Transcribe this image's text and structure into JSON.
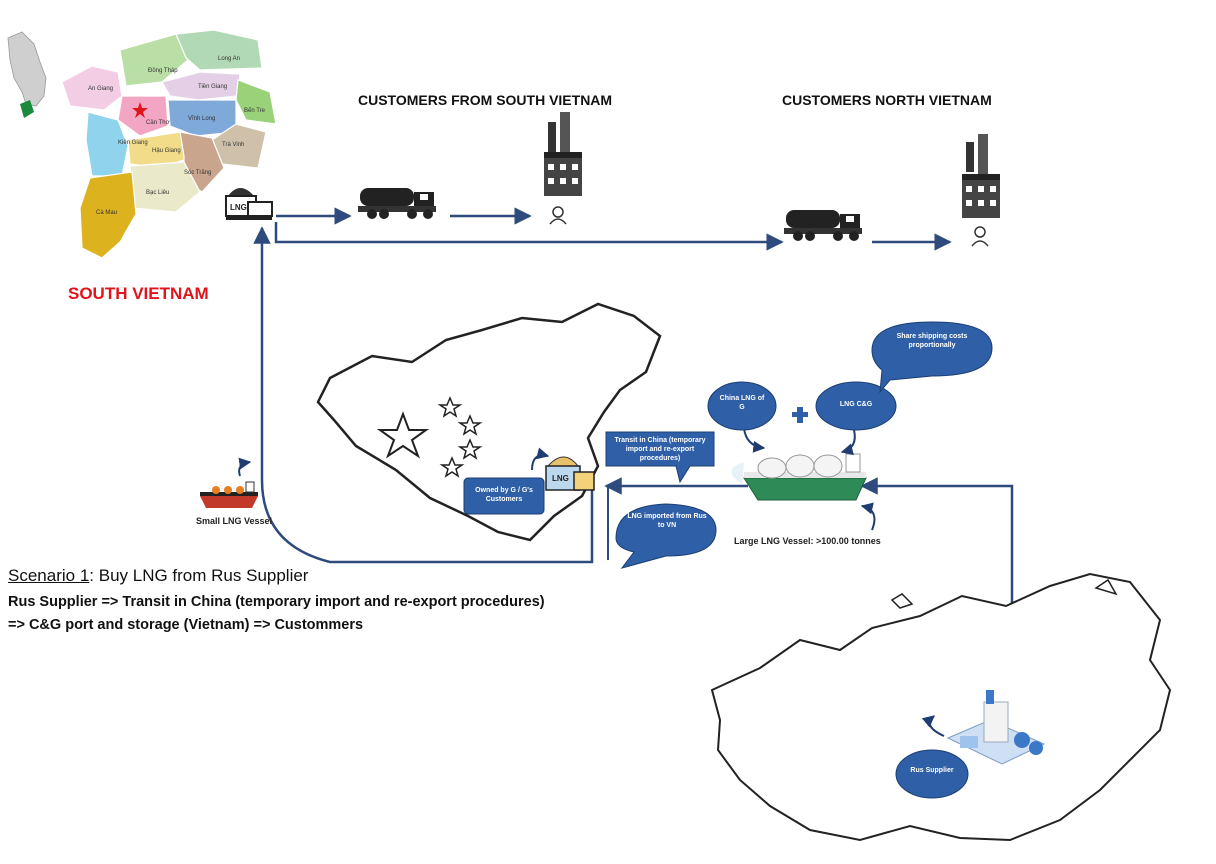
{
  "headers": {
    "south_customers": "CUSTOMERS FROM SOUTH VIETNAM",
    "north_customers": "CUSTOMERS NORTH VIETNAM"
  },
  "map_vn": {
    "title": "SOUTH VIETNAM",
    "provinces": [
      "Long An",
      "Đồng Tháp",
      "An Giang",
      "Tiền Giang",
      "Bến Tre",
      "Cần Thơ",
      "Vĩnh Long",
      "Kiên Giang",
      "Hậu Giang",
      "Trà Vinh",
      "Sóc Trăng",
      "Bạc Liêu",
      "Cà Mau"
    ]
  },
  "terminal_label": "LNG",
  "vessels": {
    "small": "Small LNG Vessel",
    "large": "Large LNG Vessel: >100.00 tonnes"
  },
  "bubbles": {
    "owned": "Owned by G / G's Customers",
    "transit": "Transit in China (temporary import and re-export procedures)",
    "imported": "LNG imported from Rus to VN",
    "china_lng": "China LNG of G",
    "cg": "LNG C&G",
    "share": "Share shipping costs proportionally",
    "rus": "Rus Supplier"
  },
  "scenario": {
    "label": "Scenario 1",
    "text": ":  Buy LNG from Rus Supplier",
    "line1": "Rus Supplier => Transit in China (temporary import and re-export procedures)",
    "line2": "=> C&G port and storage (Vietnam) => Custommers"
  },
  "colors": {
    "arrow": "#2f4a7c",
    "bubble": "#2e5fa7",
    "title_red": "#e0141b"
  }
}
